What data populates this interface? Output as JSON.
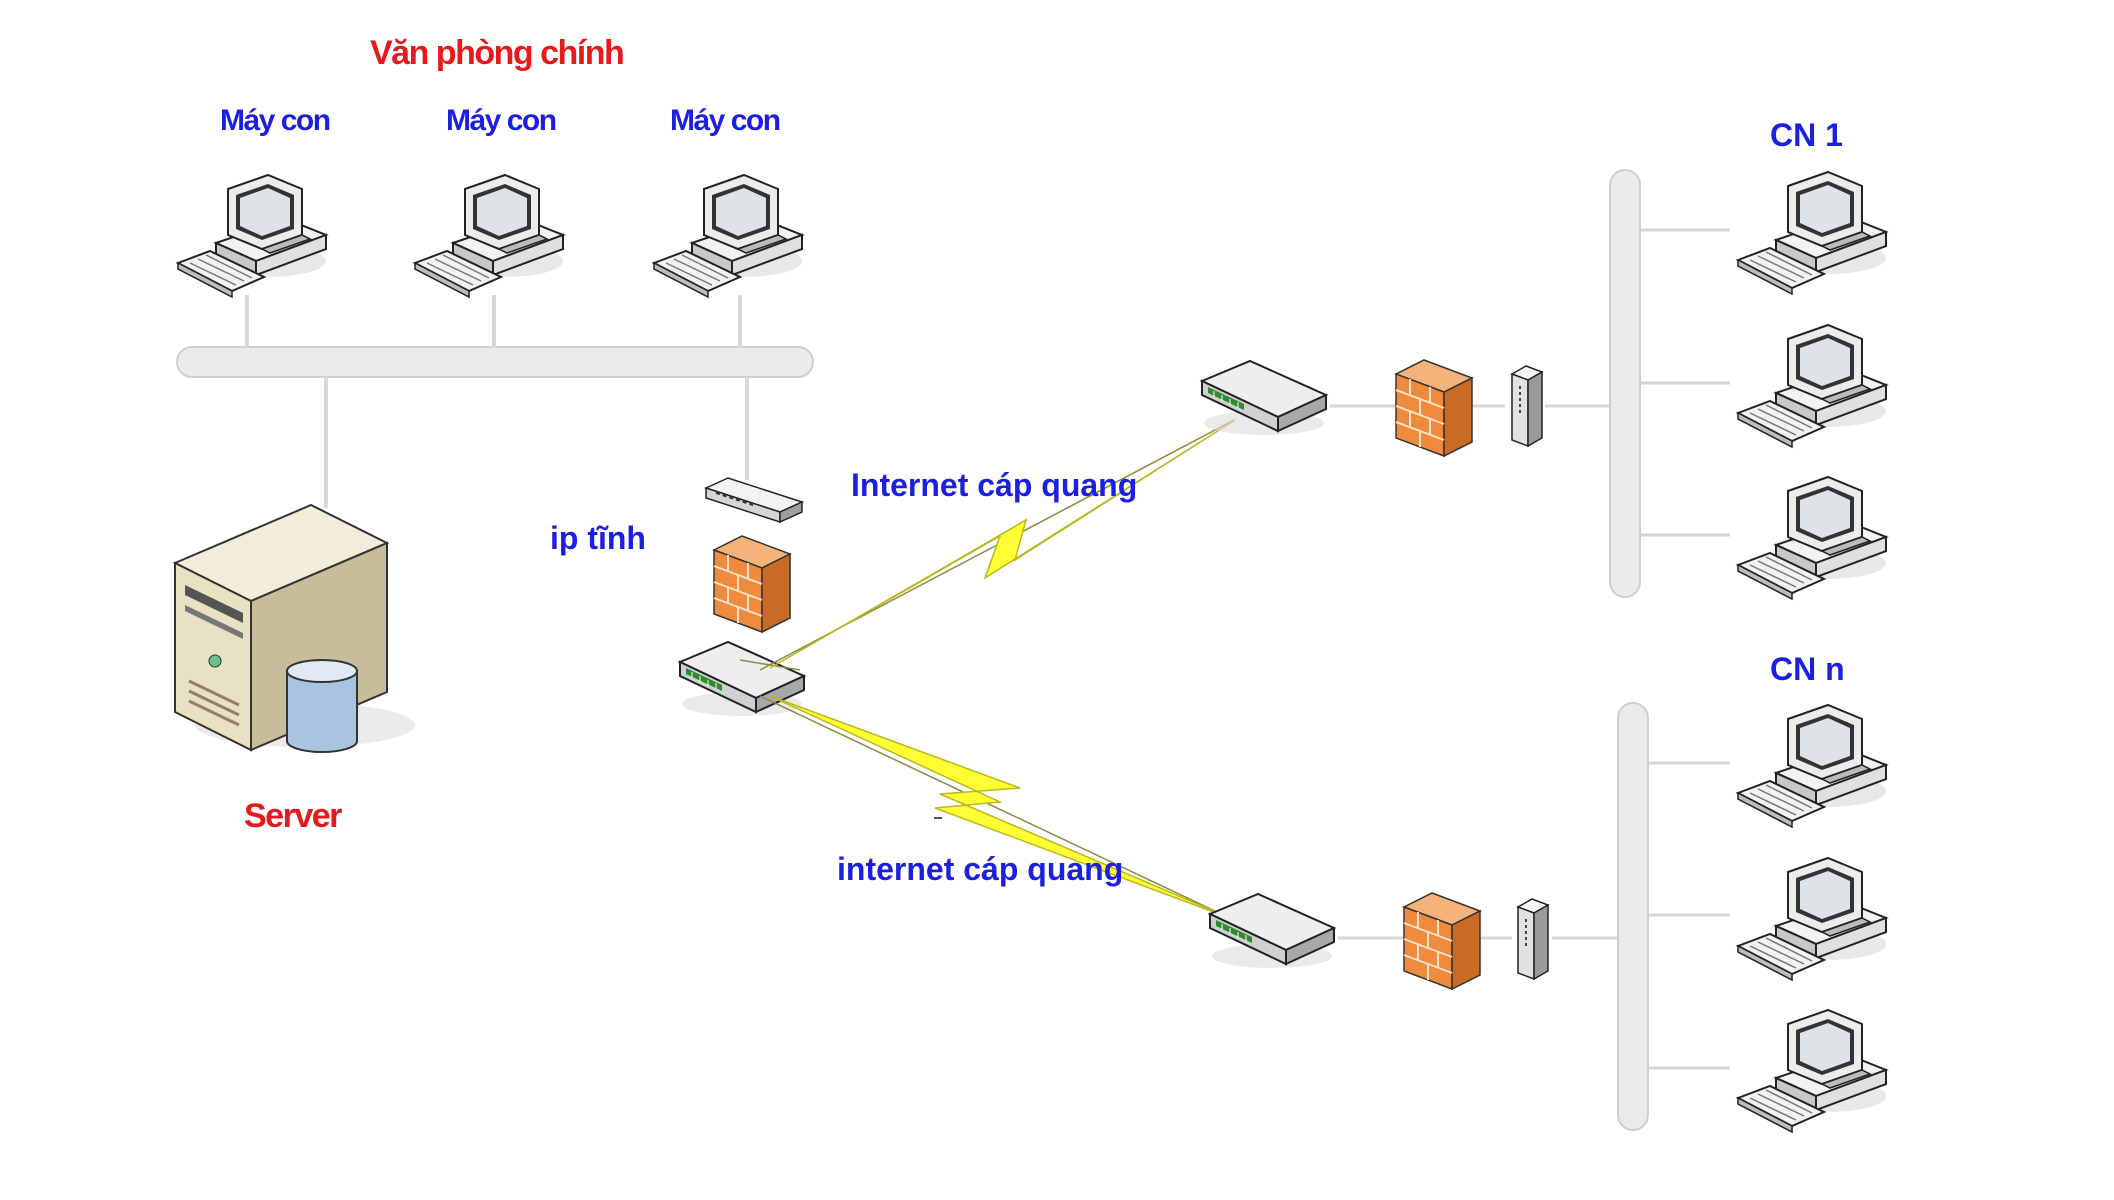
{
  "main_office": {
    "title": "Văn phòng chính",
    "clients": [
      "Máy con",
      "Máy con",
      "Máy con"
    ]
  },
  "server": {
    "label": "Server"
  },
  "gateway": {
    "label": "ip tĩnh"
  },
  "links": [
    {
      "label": "Internet cáp quang"
    },
    {
      "label": "internet cáp quang"
    }
  ],
  "branches": [
    {
      "label": "CN 1"
    },
    {
      "label": "CN n"
    }
  ],
  "colors": {
    "title_red": "#e8191c",
    "label_blue": "#1a1fe0",
    "bus": "#e4e4e4",
    "link": "#ffff33",
    "firewall": "#f08a3c"
  }
}
